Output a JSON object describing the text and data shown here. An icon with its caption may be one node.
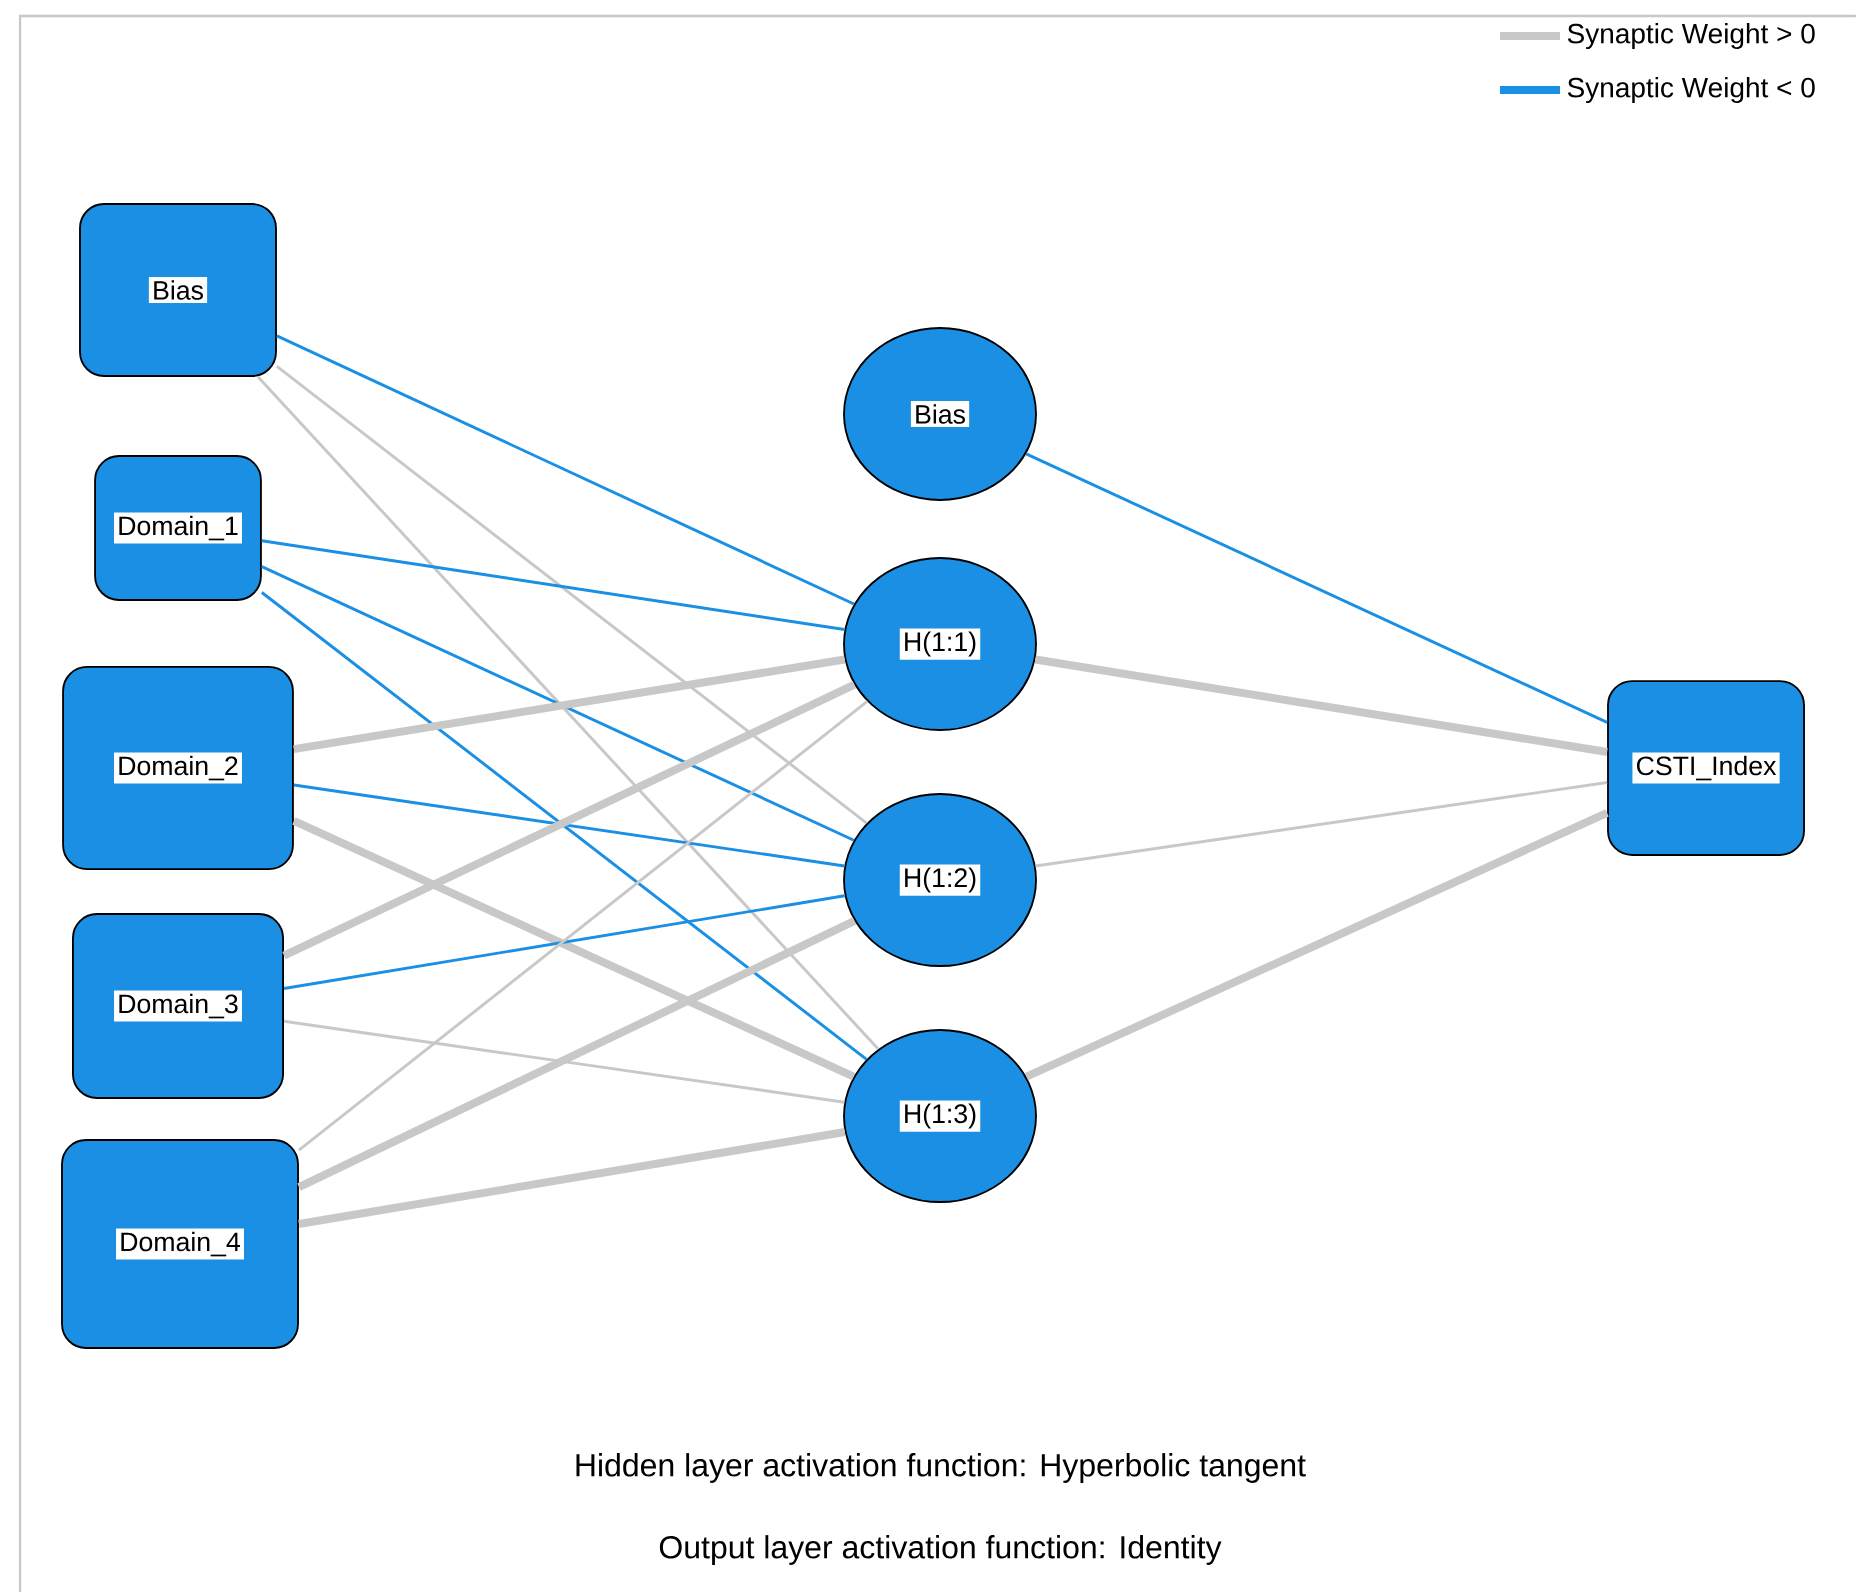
{
  "diagram": {
    "nodes": [
      {
        "text": [
          "Bias"
        ]
      },
      {
        "text": [
          "Domain_1"
        ]
      },
      {
        "text": [
          "Domain_2"
        ]
      },
      {
        "text": [
          "Domain_3"
        ]
      },
      {
        "text": [
          "Domain_4"
        ]
      },
      {
        "text": [
          "Bias"
        ]
      },
      {
        "text": [
          "H(1:1)"
        ]
      },
      {
        "text": [
          "H(1:2)"
        ]
      },
      {
        "text": [
          "H(1:3)"
        ]
      },
      {
        "text": [
          "CSTI_Index"
        ]
      }
    ],
    "edges": [
      {
        "from": 0,
        "to": 6,
        "arrow": "none",
        "color": "#1a8fe3"
      },
      {
        "from": 0,
        "to": 7,
        "arrow": "none"
      },
      {
        "from": 0,
        "to": 8,
        "arrow": "none"
      },
      {
        "from": 1,
        "to": 6,
        "arrow": "none",
        "color": "#1a8fe3"
      },
      {
        "from": 1,
        "to": 7,
        "arrow": "none",
        "color": "#1a8fe3"
      },
      {
        "from": 1,
        "to": 8,
        "arrow": "none",
        "color": "#1a8fe3"
      },
      {
        "from": 2,
        "to": 6,
        "arrow": "none",
        "style": "thick"
      },
      {
        "from": 2,
        "to": 7,
        "arrow": "none",
        "color": "#1a8fe3"
      },
      {
        "from": 2,
        "to": 8,
        "arrow": "none",
        "style": "thick"
      },
      {
        "from": 3,
        "to": 6,
        "arrow": "none",
        "style": "thick"
      },
      {
        "from": 3,
        "to": 7,
        "arrow": "none",
        "color": "#1a8fe3"
      },
      {
        "from": 3,
        "to": 8,
        "arrow": "none"
      },
      {
        "from": 4,
        "to": 6,
        "arrow": "none"
      },
      {
        "from": 4,
        "to": 7,
        "arrow": "none",
        "style": "thick"
      },
      {
        "from": 4,
        "to": 8,
        "arrow": "none",
        "style": "thick"
      },
      {
        "from": 5,
        "to": 9,
        "arrow": "none",
        "color": "#1a8fe3"
      },
      {
        "from": 6,
        "to": 9,
        "arrow": "none",
        "style": "thick"
      },
      {
        "from": 7,
        "to": 9,
        "arrow": "none"
      },
      {
        "from": 8,
        "to": 9,
        "arrow": "none",
        "style": "thick"
      }
    ],
    "labels": [
      "Hidden layer activation function: Hyperbolic tangent",
      "Output layer activation function: Identity"
    ],
    "legend": [
      {
        "text": "Synaptic Weight > 0"
      },
      {
        "text": "Synaptic Weight < 0"
      }
    ]
  }
}
